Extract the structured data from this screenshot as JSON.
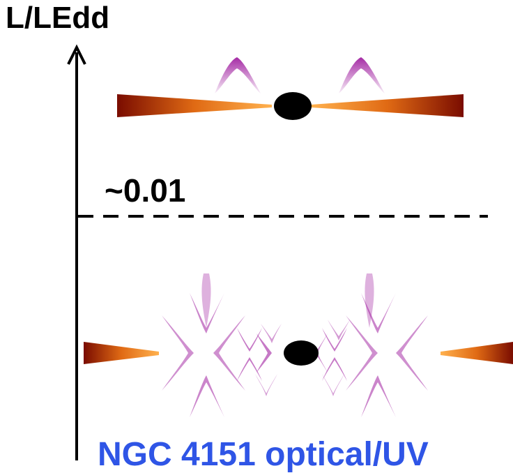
{
  "axis": {
    "title": "L/LEdd"
  },
  "threshold": {
    "label": "~0.01"
  },
  "caption": {
    "text": "NGC 4151 optical/UV"
  },
  "colors": {
    "disk_inner": "#ffa94a",
    "disk_mid": "#e06a14",
    "disk_outer": "#7a0c00",
    "jet": "#a020a0",
    "black_hole": "#000000",
    "caption": "#2f55e6"
  }
}
